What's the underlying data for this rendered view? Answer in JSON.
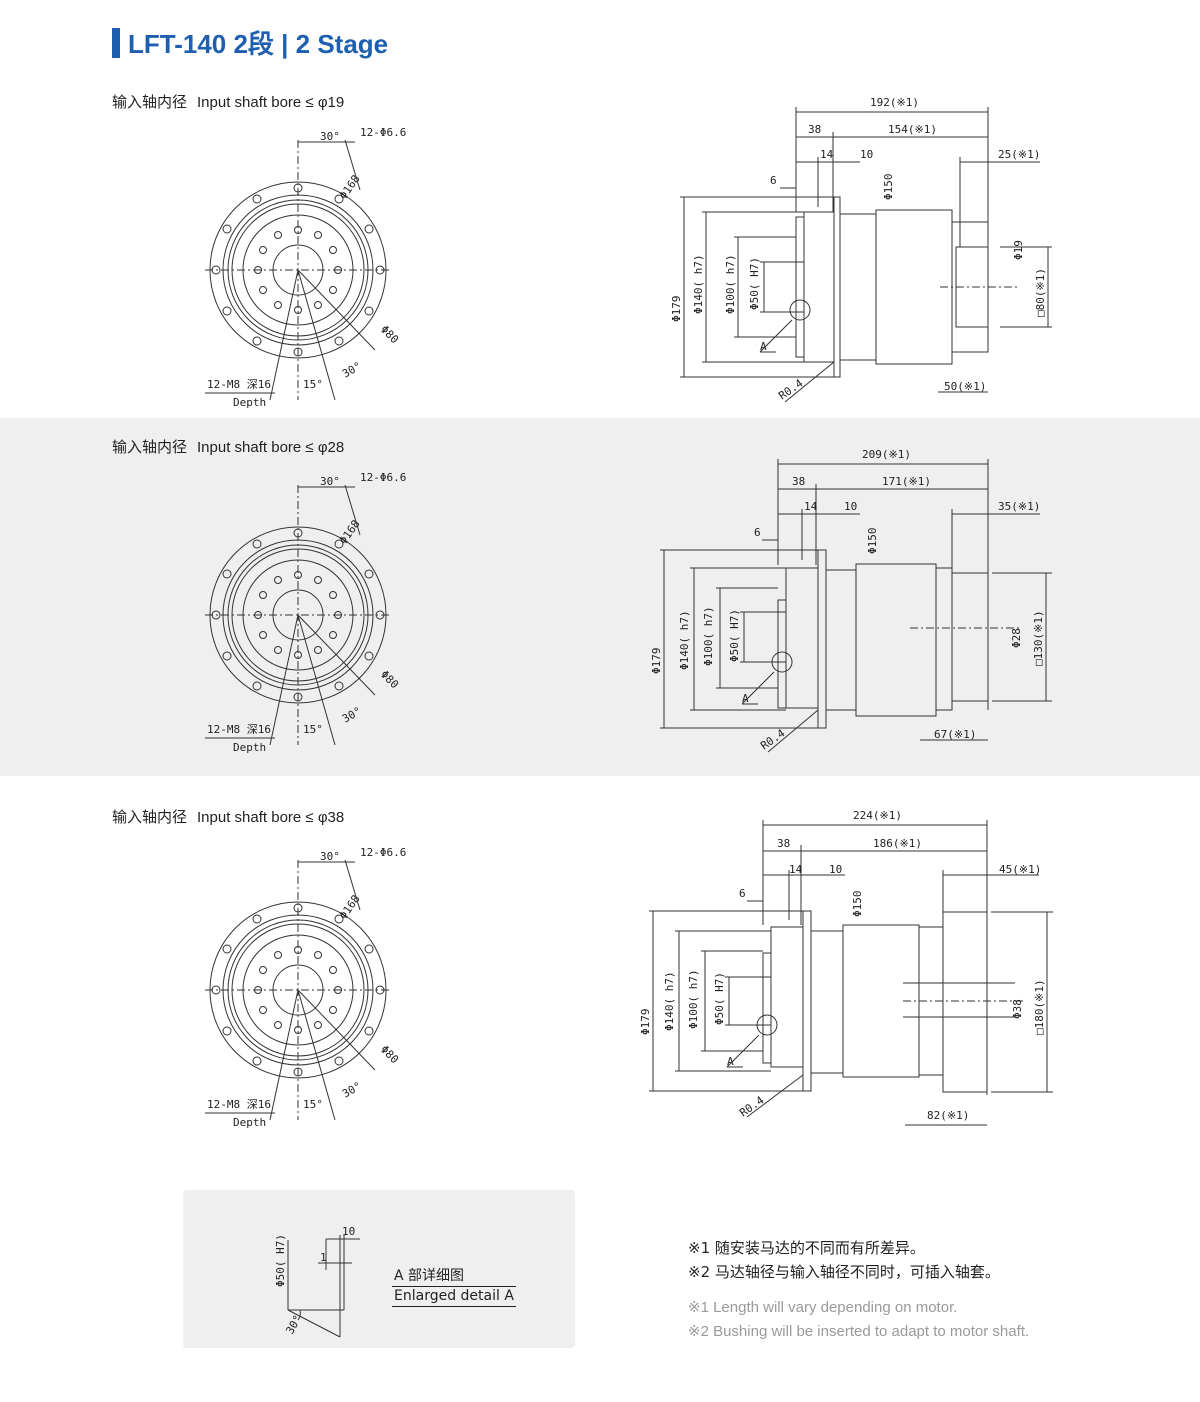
{
  "header": {
    "title": "LFT-140  2段  | 2 Stage"
  },
  "sections": [
    {
      "label_cn": "输入轴内径",
      "label_en": "Input shaft bore  ≤ φ19",
      "front": {
        "angle_top": "30°",
        "holes": "12-Φ6.6",
        "pcd": "Φ168",
        "bolt_circle": "Φ80",
        "tap": "12-M8 深16",
        "tap_en": "Depth",
        "angle_a": "15°",
        "angle_b": "30°"
      },
      "side": {
        "total": "192(※1)",
        "flange": "38",
        "body": "154(※1)",
        "d14": "14",
        "d10": "10",
        "d6": "6",
        "motor_len": "25(※1)",
        "d150": "Φ150",
        "d179": "Φ179",
        "d140": "Φ140( h7)",
        "d100": "Φ100( h7)",
        "d50": "Φ50( H7)",
        "bore": "Φ19",
        "square": "□80(※1)",
        "bottom": "50(※1)",
        "detail": "A",
        "radius": "R0.4"
      }
    },
    {
      "label_cn": "输入轴内径",
      "label_en": "Input shaft bore  ≤ φ28",
      "front": {
        "angle_top": "30°",
        "holes": "12-Φ6.6",
        "pcd": "Φ168",
        "bolt_circle": "Φ80",
        "tap": "12-M8 深16",
        "tap_en": "Depth",
        "angle_a": "15°",
        "angle_b": "30°"
      },
      "side": {
        "total": "209(※1)",
        "flange": "38",
        "body": "171(※1)",
        "d14": "14",
        "d10": "10",
        "d6": "6",
        "motor_len": "35(※1)",
        "d150": "Φ150",
        "d179": "Φ179",
        "d140": "Φ140( h7)",
        "d100": "Φ100( h7)",
        "d50": "Φ50( H7)",
        "bore": "Φ28",
        "square": "□130(※1)",
        "bottom": "67(※1)",
        "detail": "A",
        "radius": "R0.4"
      }
    },
    {
      "label_cn": "输入轴内径",
      "label_en": "Input shaft bore  ≤ φ38",
      "front": {
        "angle_top": "30°",
        "holes": "12-Φ6.6",
        "pcd": "Φ168",
        "bolt_circle": "Φ80",
        "tap": "12-M8 深16",
        "tap_en": "Depth",
        "angle_a": "15°",
        "angle_b": "30°"
      },
      "side": {
        "total": "224(※1)",
        "flange": "38",
        "body": "186(※1)",
        "d14": "14",
        "d10": "10",
        "d6": "6",
        "motor_len": "45(※1)",
        "d150": "Φ150",
        "d179": "Φ179",
        "d140": "Φ140( h7)",
        "d100": "Φ100( h7)",
        "d50": "Φ50( H7)",
        "bore": "Φ38",
        "square": "□180(※1)",
        "bottom": "82(※1)",
        "detail": "A",
        "radius": "R0.4"
      }
    }
  ],
  "detail": {
    "d50": "Φ50( H7)",
    "d10": "10",
    "d1": "1",
    "angle": "30°",
    "label_cn": "A 部详细图",
    "label_en": "Enlarged detail A"
  },
  "notes": {
    "cn1": "※1 随安装马达的不同而有所差异。",
    "cn2": "※2 马达轴径与输入轴径不同时，可插入轴套。",
    "en1": "※1 Length will vary depending on motor.",
    "en2": "※2 Bushing will be inserted to adapt to motor shaft."
  }
}
